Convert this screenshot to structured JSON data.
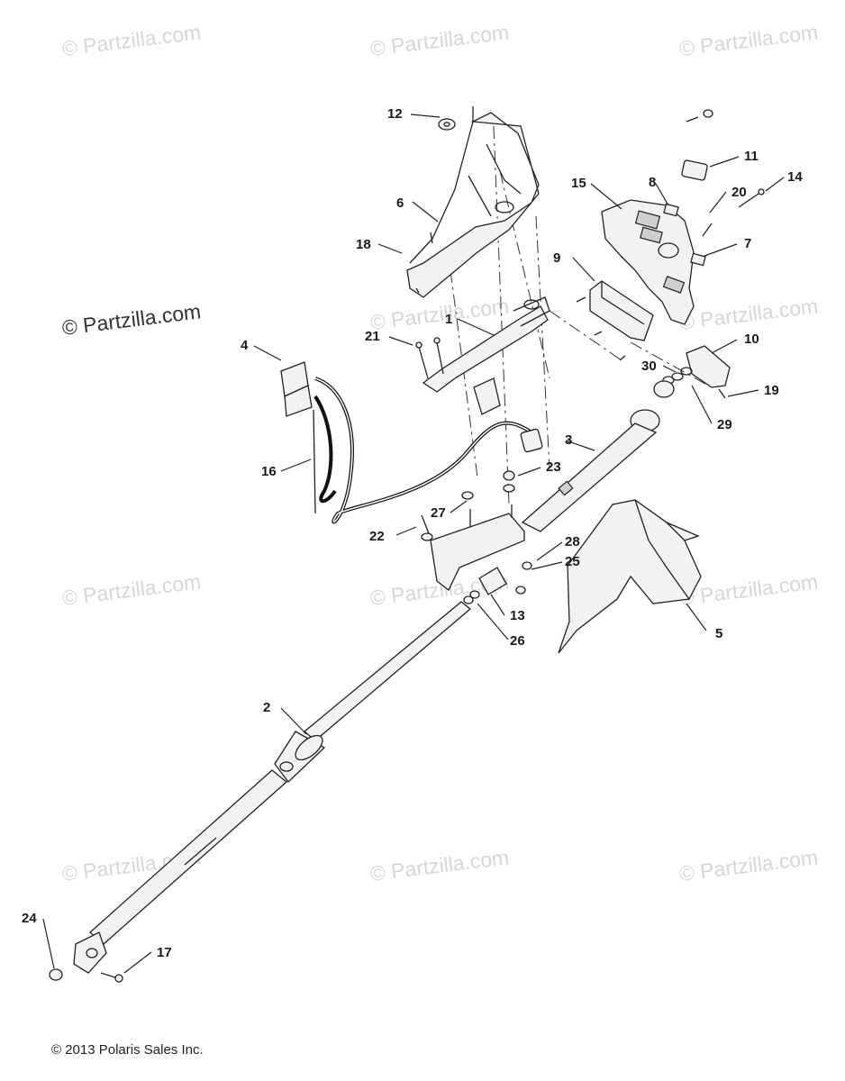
{
  "watermarks": [
    "© Partzilla.com",
    "© Partzilla.com",
    "© Partzilla.com",
    "© Partzilla.com",
    "© Partzilla.com",
    "© Partzilla.com",
    "© Partzilla.com",
    "© Partzilla.com",
    "© Partzilla.com",
    "© Partzilla.com",
    "© Partzilla.com"
  ],
  "watermark_main": "© Partzilla.com",
  "callouts": [
    "1",
    "2",
    "3",
    "4",
    "5",
    "6",
    "7",
    "8",
    "9",
    "10",
    "11",
    "12",
    "13",
    "14",
    "15",
    "16",
    "17",
    "18",
    "19",
    "20",
    "21",
    "22",
    "23",
    "24",
    "25",
    "26",
    "27",
    "28",
    "29",
    "30"
  ],
  "copyright": "© 2013 Polaris Sales Inc."
}
